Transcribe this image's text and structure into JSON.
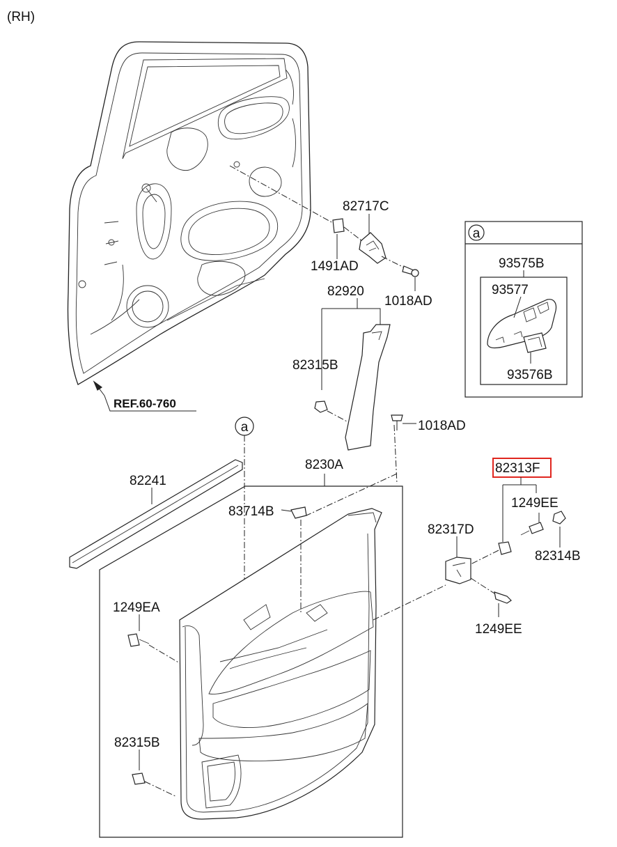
{
  "header": {
    "side_label": "(RH)"
  },
  "reference": {
    "text": "REF.60-760"
  },
  "detail": {
    "callout_letter": "a"
  },
  "parts": {
    "p82717C": "82717C",
    "p1491AD": "1491AD",
    "p1018AD_top": "1018AD",
    "p82920": "82920",
    "p82315B_upper": "82315B",
    "p1018AD_mid": "1018AD",
    "p82230A": "8230A",
    "p82241": "82241",
    "p83714B": "83714B",
    "p82317D": "82317D",
    "p82313F": "82313F",
    "p1249EE_upper": "1249EE",
    "p82314B": "82314B",
    "p1249EE_lower": "1249EE",
    "p1249EA": "1249EA",
    "p82315B_lower": "82315B",
    "p93575B": "93575B",
    "p93577": "93577",
    "p93576B": "93576B"
  },
  "highlight": {
    "part": "82313F",
    "color": "#e0261f"
  }
}
